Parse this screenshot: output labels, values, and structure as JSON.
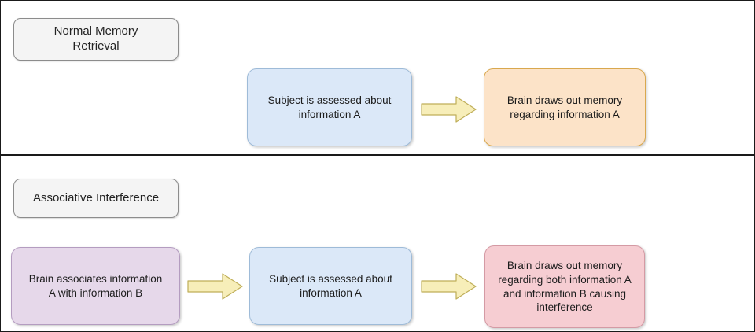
{
  "diagram": {
    "title_top": "Normal Memory\nRetrieval",
    "title_bottom": "Associative Interference",
    "colors": {
      "page_background": "#ffffff",
      "outer_border": "#1a1a1a",
      "divider": "#1a1a1a",
      "label_fill": "#f4f4f4",
      "label_stroke": "#8c8c8c",
      "blue_fill": "#dbe8f8",
      "blue_stroke": "#9ebbd8",
      "orange_fill": "#fce3c8",
      "orange_stroke": "#d9a84e",
      "purple_fill": "#e6d8ea",
      "purple_stroke": "#b49cc0",
      "pink_fill": "#f6cdd2",
      "pink_stroke": "#d49aa4",
      "arrow_fill": "#f7eeb9",
      "arrow_stroke": "#bfae58"
    },
    "panels": [
      {
        "name": "normal-memory-retrieval",
        "label": "Normal Memory\nRetrieval",
        "steps": [
          {
            "id": "top-assessed",
            "text": "Subject is assessed about\ninformation A",
            "color": "blue"
          },
          {
            "id": "top-draws-out",
            "text": "Brain draws out memory\nregarding information A",
            "color": "orange"
          }
        ],
        "arrows": [
          {
            "id": "top-arrow-1",
            "from": "top-assessed",
            "to": "top-draws-out"
          }
        ]
      },
      {
        "name": "associative-interference",
        "label": "Associative Interference",
        "steps": [
          {
            "id": "bottom-associates",
            "text": "Brain associates information\nA with information B",
            "color": "purple"
          },
          {
            "id": "bottom-assessed",
            "text": "Subject is assessed about\ninformation A",
            "color": "blue"
          },
          {
            "id": "bottom-draws-out",
            "text": "Brain draws out memory\nregarding both information A\nand information B causing\ninterference",
            "color": "pink"
          }
        ],
        "arrows": [
          {
            "id": "bottom-arrow-1",
            "from": "bottom-associates",
            "to": "bottom-assessed"
          },
          {
            "id": "bottom-arrow-2",
            "from": "bottom-assessed",
            "to": "bottom-draws-out"
          }
        ]
      }
    ]
  }
}
